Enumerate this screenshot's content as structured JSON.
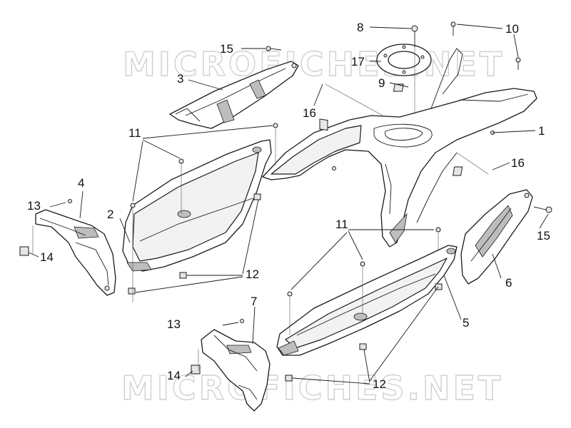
{
  "watermark": {
    "top": "MICROFICHES.NET",
    "bottom": "MICROFICHES.NET"
  },
  "callouts": {
    "c1": "1",
    "c2": "2",
    "c3": "3",
    "c4": "4",
    "c5": "5",
    "c6": "6",
    "c7": "7",
    "c8": "8",
    "c9": "9",
    "c10": "10",
    "c11a": "11",
    "c11b": "11",
    "c12a": "12",
    "c12b": "12",
    "c13a": "13",
    "c13b": "13",
    "c14a": "14",
    "c14b": "14",
    "c15a": "15",
    "c15b": "15",
    "c16a": "16",
    "c16b": "16",
    "c17": "17"
  }
}
